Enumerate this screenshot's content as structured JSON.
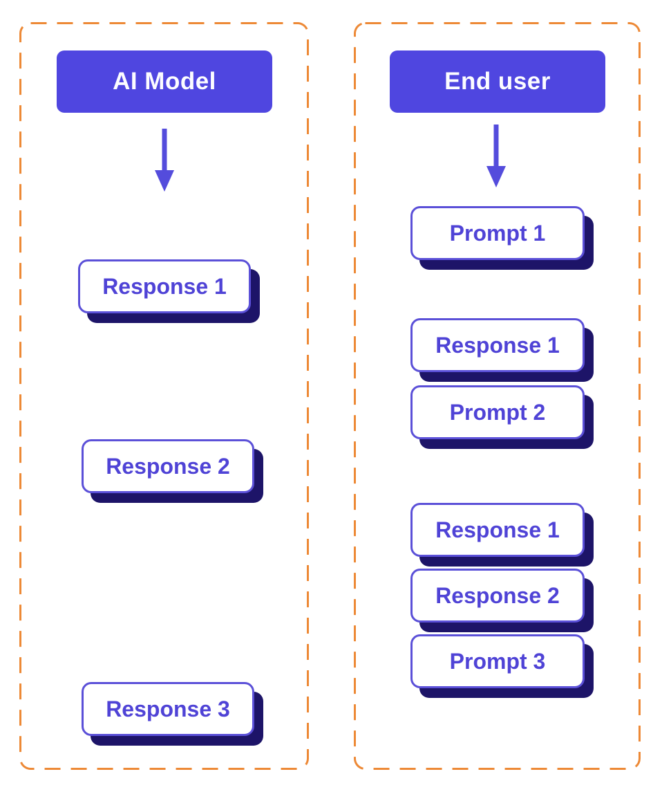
{
  "colors": {
    "accent_orange": "#ED8936",
    "header_fill": "#4F46E0",
    "header_text": "#FCFCFF",
    "node_border": "#5B50D8",
    "node_text": "#4F43D6",
    "node_fill": "#FFFFFF",
    "shadow_navy": "#1D1468",
    "arrow_color": "#544CDC",
    "background": "#FFFFFF"
  },
  "left_panel": {
    "title": "AI Model",
    "arrow_icon": "down-arrow",
    "boxes": [
      {
        "label": "Response 1"
      },
      {
        "label": "Response 2"
      },
      {
        "label": "Response 3"
      }
    ]
  },
  "right_panel": {
    "title": "End user",
    "arrow_icon": "down-arrow",
    "boxes": [
      {
        "label": "Prompt 1"
      },
      {
        "label": "Response 1"
      },
      {
        "label": "Prompt 2"
      },
      {
        "label": "Response 1"
      },
      {
        "label": "Response 2"
      },
      {
        "label": "Prompt 3"
      }
    ]
  }
}
